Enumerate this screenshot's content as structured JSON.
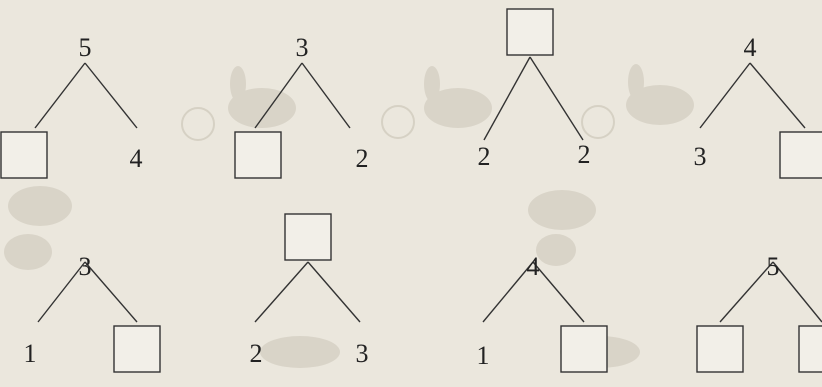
{
  "trees": [
    {
      "top": "5",
      "left": "",
      "right": "4"
    },
    {
      "top": "3",
      "left": "",
      "right": "2"
    },
    {
      "top": "",
      "left": "2",
      "right": "2"
    },
    {
      "top": "4",
      "left": "3",
      "right": ""
    },
    {
      "top": "3",
      "left": "1",
      "right": ""
    },
    {
      "top": "",
      "left": "2",
      "right": "3"
    },
    {
      "top": "4",
      "left": "1",
      "right": ""
    },
    {
      "top": "5",
      "left": "",
      "right": ""
    }
  ]
}
